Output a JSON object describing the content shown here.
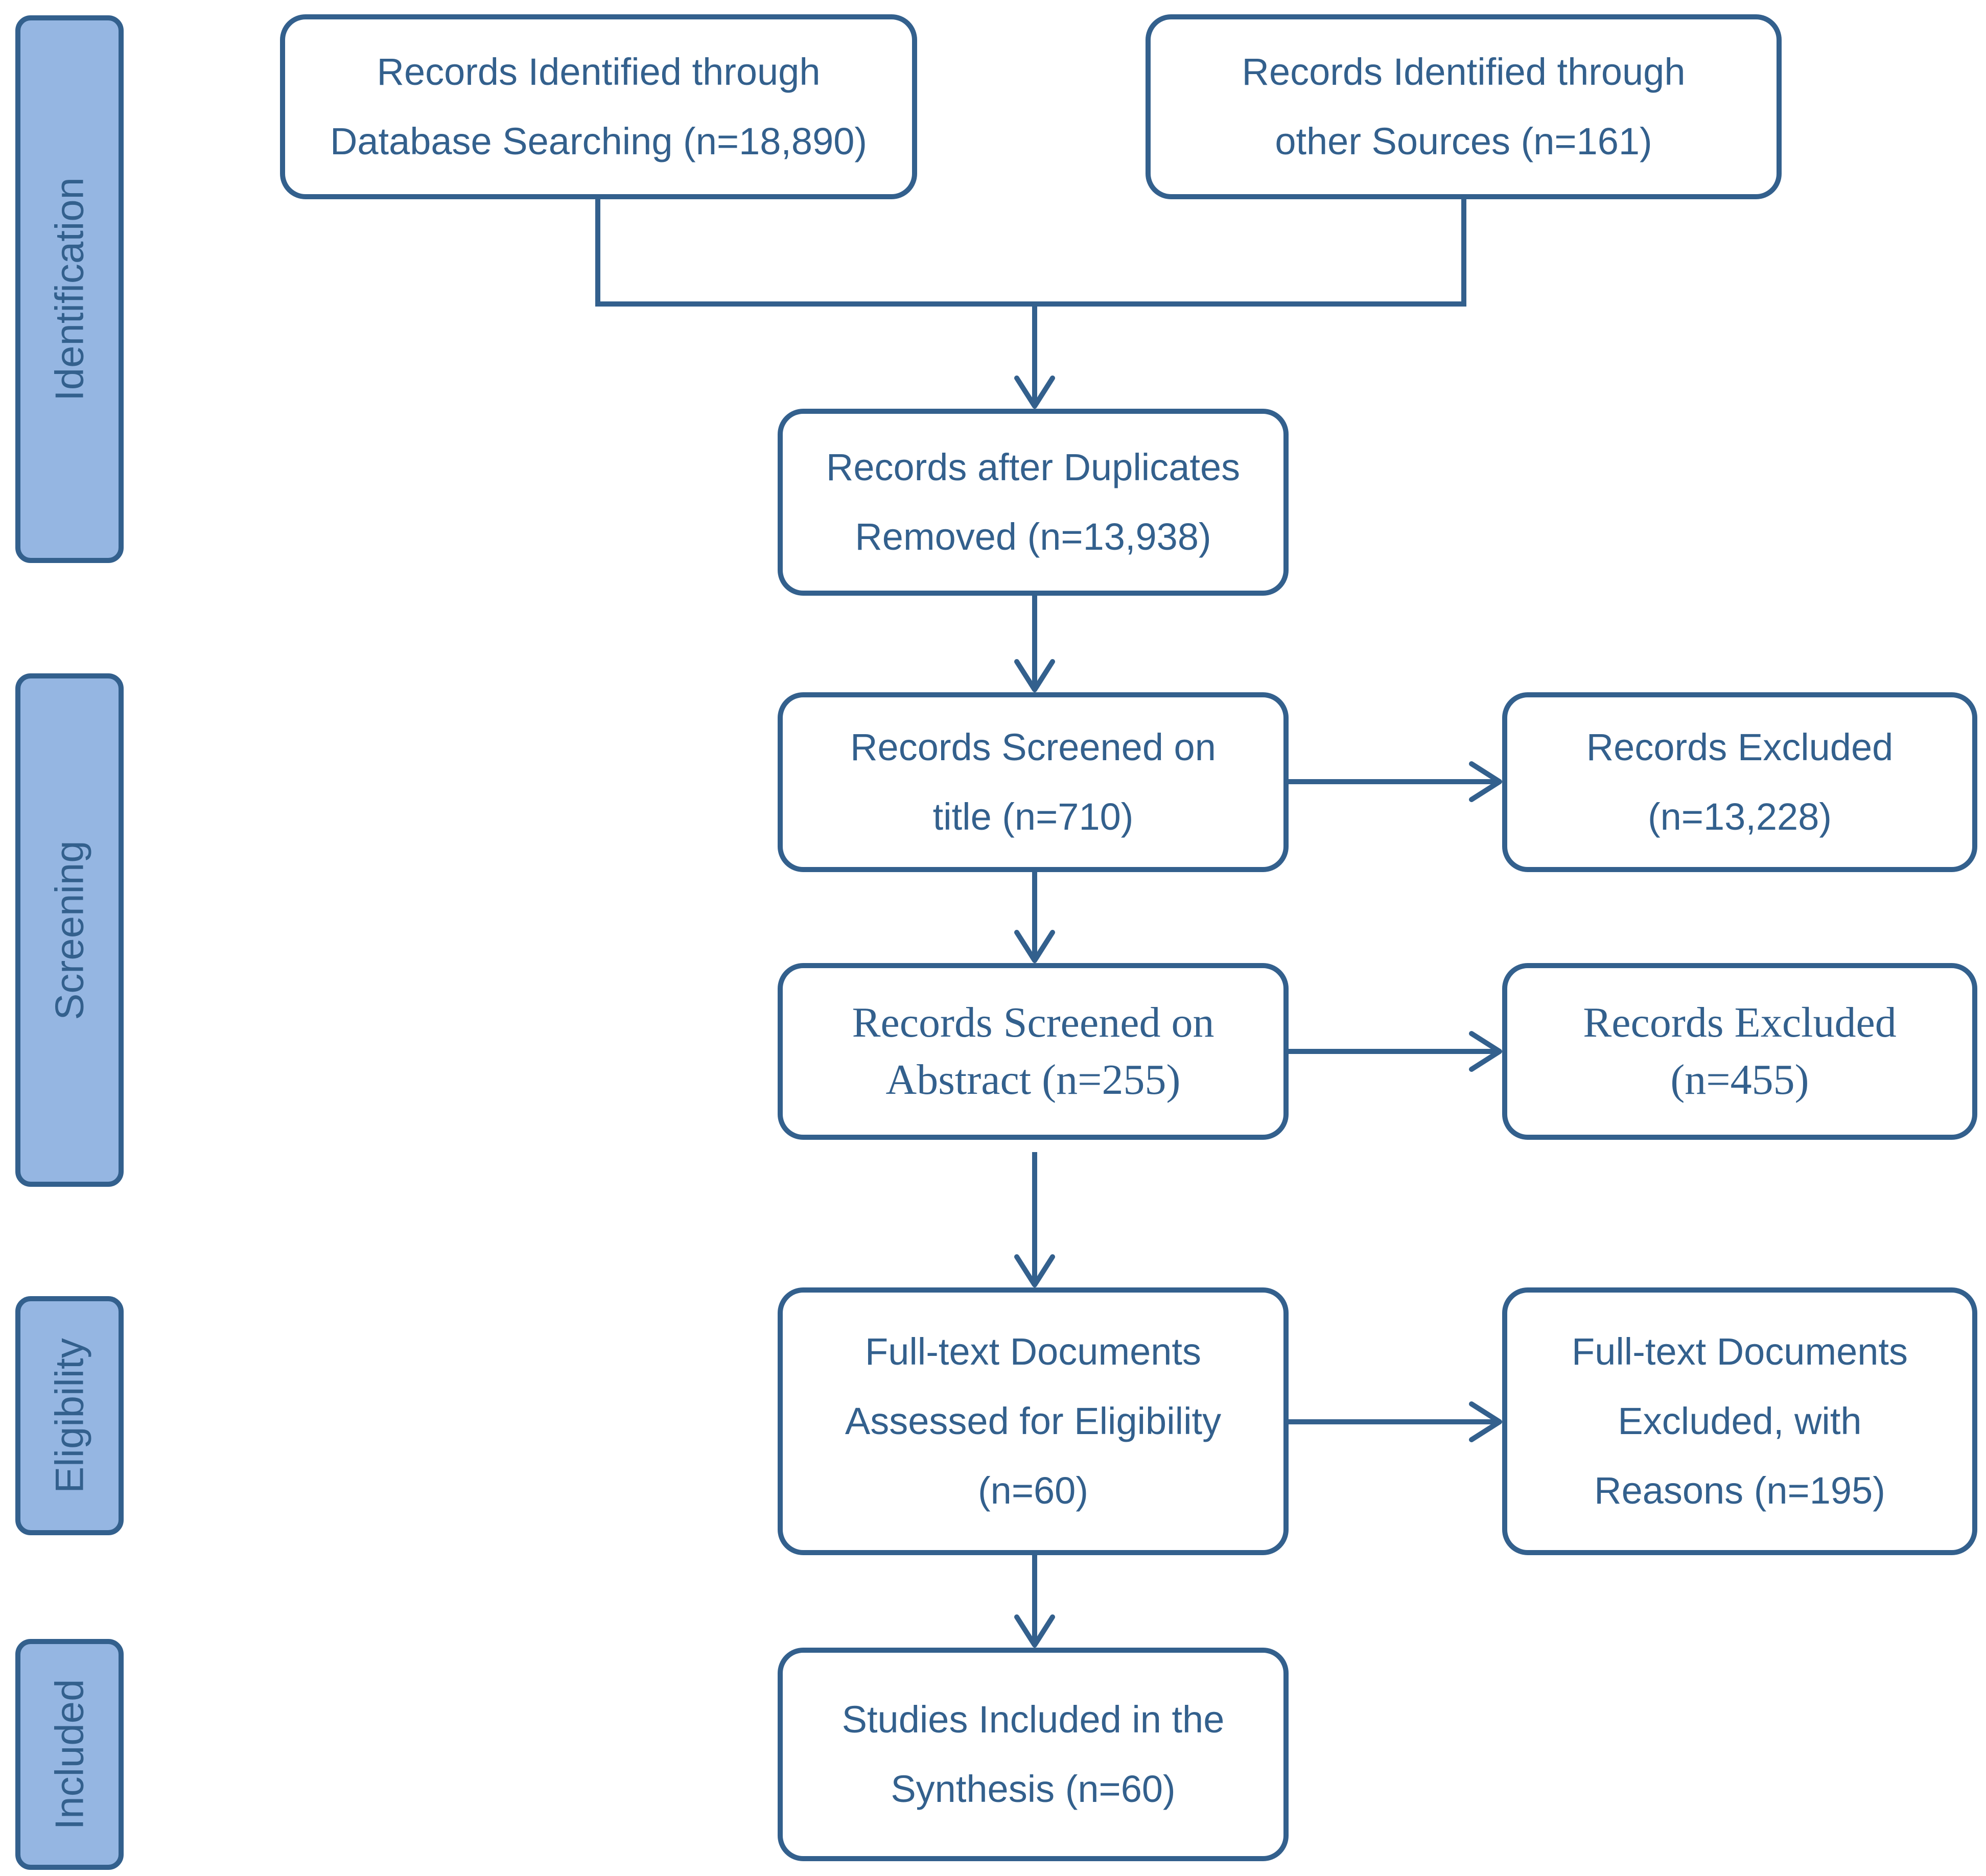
{
  "phases": {
    "identification": "Identification",
    "screening": "Screening",
    "eligibility": "Eligibility",
    "included": "Included"
  },
  "boxes": {
    "database": [
      "Records Identified through",
      "Database Searching (n=18,890)"
    ],
    "other_sources": [
      "Records Identified through",
      "other Sources (n=161)"
    ],
    "duplicates_removed": [
      "Records after Duplicates",
      "Removed (n=13,938)"
    ],
    "screened_title": [
      "Records Screened on",
      "title (n=710)"
    ],
    "excluded_title": [
      "Records Excluded",
      "(n=13,228)"
    ],
    "screened_abstract": [
      "Records Screened on",
      "Abstract (n=255)"
    ],
    "excluded_abstract": [
      "Records Excluded",
      "(n=455)"
    ],
    "fulltext_assessed": [
      "Full-text Documents",
      "Assessed for Eligibility",
      "(n=60)"
    ],
    "fulltext_excluded": [
      "Full-text Documents",
      "Excluded, with",
      "Reasons (n=195)"
    ],
    "included_synthesis": [
      "Studies Included in the",
      "Synthesis (n=60)"
    ]
  },
  "colors": {
    "stroke": "#33608d",
    "phase_fill": "#95b6e2",
    "box_fill": "#ffffff"
  }
}
